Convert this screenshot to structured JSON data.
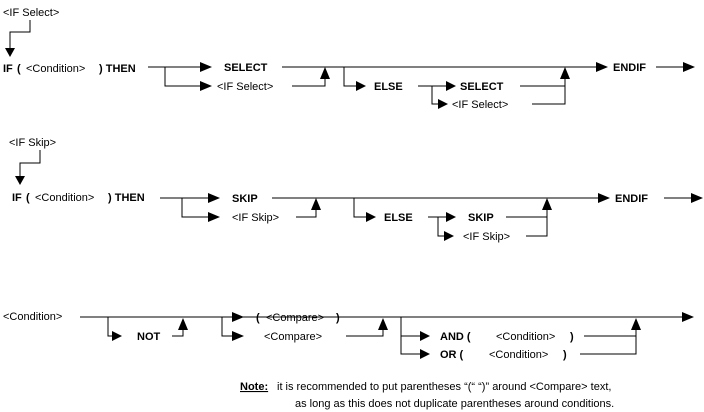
{
  "select_diagram": {
    "title": "<IF Select>",
    "if_kw": "IF",
    "open_paren": "(",
    "condition": "<Condition>",
    "close_then": ") THEN",
    "select": "SELECT",
    "if_select": "<IF Select>",
    "else": "ELSE",
    "select2": "SELECT",
    "if_select2": "<IF Select>",
    "endif": "ENDIF"
  },
  "skip_diagram": {
    "title": "<IF Skip>",
    "if_kw": "IF",
    "open_paren": "(",
    "condition": "<Condition>",
    "close_then": ") THEN",
    "skip": "SKIP",
    "if_skip": "<IF Skip>",
    "else": "ELSE",
    "skip2": "SKIP",
    "if_skip2": "<IF Skip>",
    "endif": "ENDIF"
  },
  "condition_diagram": {
    "title": "<Condition>",
    "not": "NOT",
    "paren_compare_open": "(",
    "paren_compare": "<Compare>",
    "paren_compare_close": ")",
    "compare": "<Compare>",
    "and_kw": "AND (",
    "and_cond": "<Condition>",
    "and_close": ")",
    "or_kw": "OR (",
    "or_cond": "<Condition>",
    "or_close": ")"
  },
  "note": {
    "label": "Note:",
    "line1": "it is recommended to put parentheses “(“ “)” around <Compare> text,",
    "line2": "as long as this does not duplicate parentheses around conditions."
  }
}
